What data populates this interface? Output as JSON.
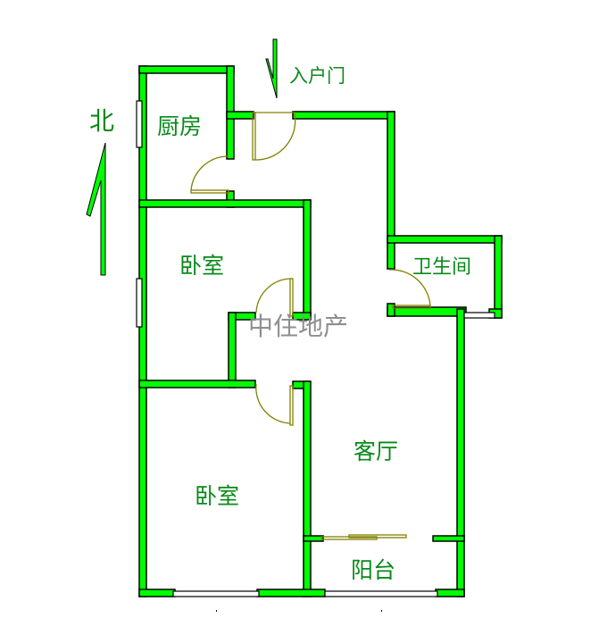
{
  "floorplan": {
    "compass": {
      "label": "北",
      "direction": "north"
    },
    "entry": {
      "label": "入户门"
    },
    "watermark": "中住地产",
    "rooms": [
      {
        "id": "kitchen",
        "label": "厨房"
      },
      {
        "id": "bedroom-1",
        "label": "卧室"
      },
      {
        "id": "bathroom",
        "label": "卫生间"
      },
      {
        "id": "bedroom-2",
        "label": "卧室"
      },
      {
        "id": "living-room",
        "label": "客厅"
      },
      {
        "id": "balcony",
        "label": "阳台"
      }
    ],
    "colors": {
      "wall_fill": "#00ff00",
      "wall_stroke": "#000000",
      "door": "#808000",
      "text": "#0a8a1a",
      "watermark": "#8a8a8a"
    }
  }
}
